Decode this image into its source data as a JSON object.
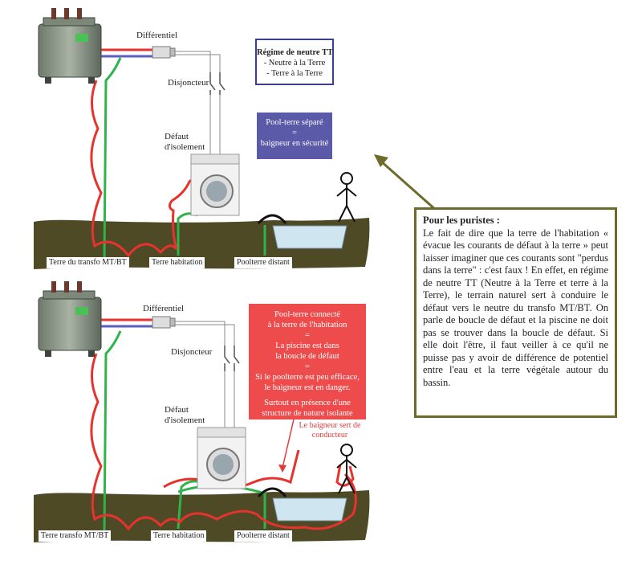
{
  "labels": {
    "differentiel": "Différentiel",
    "disjoncteur": "Disjoncteur",
    "defaut_line1": "Défaut",
    "defaut_line2": "d'isolement"
  },
  "top": {
    "ground": [
      "Terre du transfo MT/BT",
      "Terre habitation",
      "Poolterre distant"
    ]
  },
  "bottom": {
    "ground": [
      "Terre transfo MT/BT",
      "Terre habitation",
      "Poolterre distant"
    ]
  },
  "regime": {
    "title": "Régime de neutre TT",
    "lines": [
      "- Neutre à la Terre",
      "- Terre à la Terre"
    ]
  },
  "pool_separe": [
    "Pool-terre séparé",
    "=",
    "baigneur en sécurité"
  ],
  "pool_connecte": {
    "para1": [
      "Pool-terre connecté",
      "à la terre de l'habitation",
      "=",
      "La piscine est dans",
      "la boucle de défaut",
      "=",
      "Si le poolterre est peu efficace,",
      "le baigneur est en danger."
    ],
    "para2": [
      "Surtout en présence d'une",
      "structure de nature isolante"
    ]
  },
  "conducteur": [
    "Le baigneur sert de",
    "conducteur"
  ],
  "puristes": {
    "title": "Pour les puristes :",
    "text": "Le fait de dire que la terre de l'habitation « évacue les courants de défaut à la terre » peut laisser imaginer que ces courants sont \"perdus dans la terre\" : c'est faux ! En effet, en régime de neutre TT (Neutre à la Terre et terre à la Terre), le terrain naturel sert à conduire le défaut vers le neutre du transfo MT/BT. On parle de boucle de défaut et la piscine ne doit pas se trouver dans la boucle de défaut. Si elle doit l'être, il faut veiller à ce qu'il ne puisse pas y avoir de différence de potentiel entre l'eau et la terre végétale autour du bassin."
  },
  "colors": {
    "ground": "#4f4a26",
    "fault_wire": "#e8322e",
    "earth_wire": "#2fb34a",
    "neutral_wire": "#5a5fc0",
    "regime_border": "#3b3f93",
    "separe_box": "#5a5aa8",
    "connecte_box": "#ee4c4c",
    "puristes_border": "#6d6a2c",
    "pool_water": "#cfe6f1"
  }
}
